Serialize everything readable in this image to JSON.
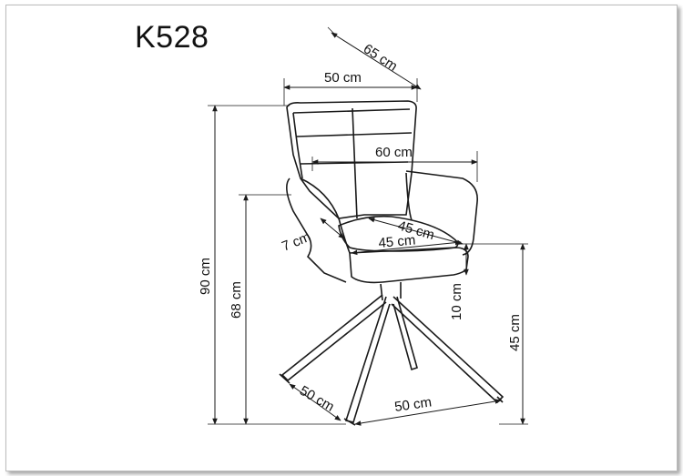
{
  "title": "K528",
  "dimensions": {
    "depth_total": "65 cm",
    "back_width": "50 cm",
    "arm_width": "60 cm",
    "seat_depth": "45 cm",
    "seat_width": "45 cm",
    "arm_height_offset": "7 cm",
    "seat_thickness": "10 cm",
    "total_height": "90 cm",
    "arm_height": "68 cm",
    "seat_height": "45 cm",
    "base_depth": "50 cm",
    "base_width": "50 cm"
  }
}
